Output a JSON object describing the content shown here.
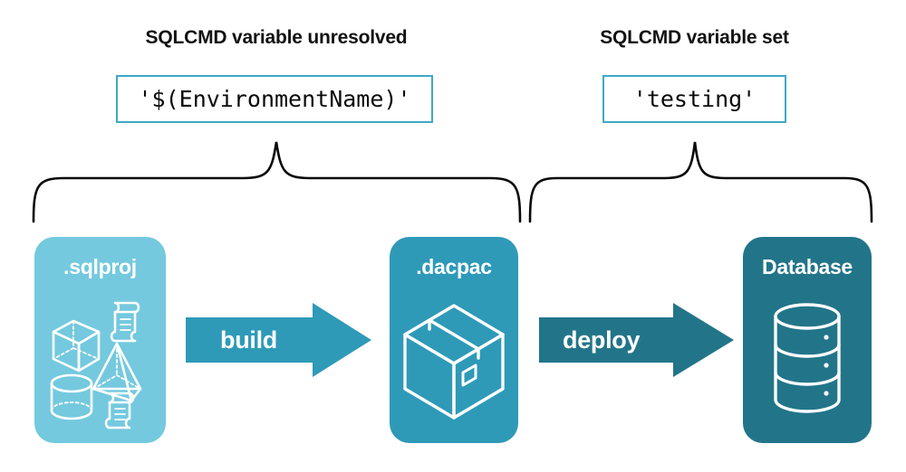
{
  "diagram": {
    "title_unresolved": "SQLCMD variable unresolved",
    "title_set": "SQLCMD variable set",
    "code_unresolved": "'$(EnvironmentName)'",
    "code_set": "'testing'",
    "stages": [
      {
        "label": ".sqlproj",
        "icon": "project-shapes-icon",
        "color": "#74C9DE"
      },
      {
        "label": ".dacpac",
        "icon": "package-box-icon",
        "color": "#2E9AB8"
      },
      {
        "label": "Database",
        "icon": "database-cylinder-icon",
        "color": "#227589"
      }
    ],
    "arrows": [
      {
        "label": "build",
        "icon": "right-arrow-icon",
        "color": "#2E9AB8"
      },
      {
        "label": "deploy",
        "icon": "right-arrow-icon",
        "color": "#227589"
      }
    ],
    "braces": [
      {
        "name": "brace-left",
        "covers": "build"
      },
      {
        "name": "brace-right",
        "covers": "deploy"
      }
    ],
    "colors": {
      "light_blue": "#74C9DE",
      "medium_teal": "#2E9AB8",
      "dark_teal": "#227589",
      "border_blue": "#3FA8C6",
      "text_black": "#121212",
      "background": "#ffffff"
    }
  }
}
